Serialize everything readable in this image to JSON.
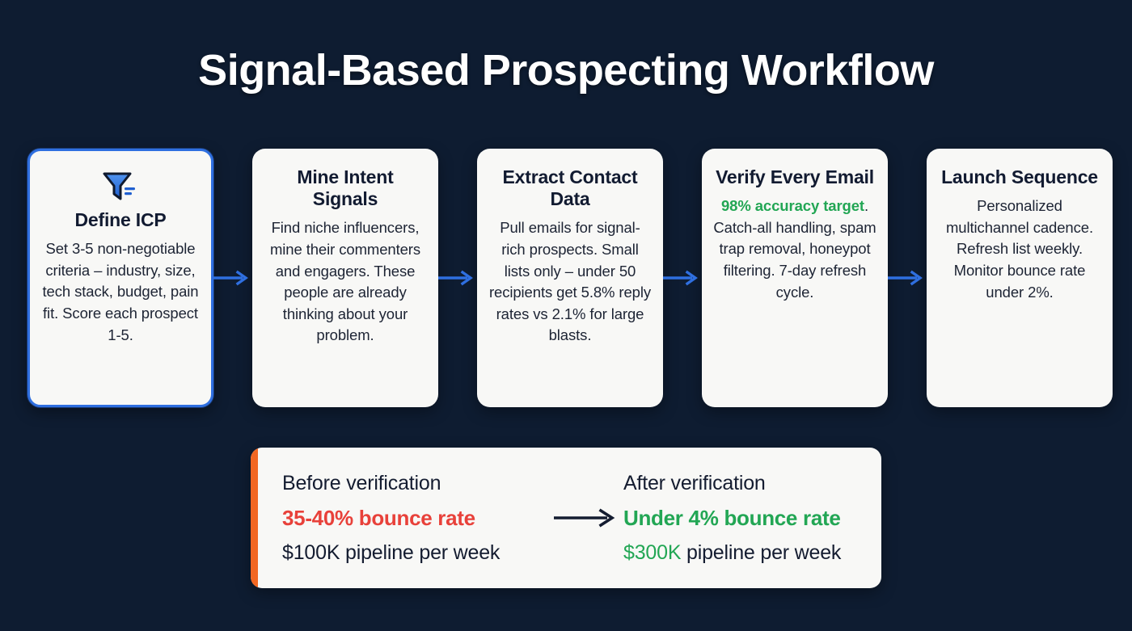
{
  "page": {
    "title": "Signal-Based Prospecting Workflow",
    "background_color": "#0e1c31"
  },
  "colors": {
    "accent_blue": "#2f6fe0",
    "accent_orange": "#f26722",
    "success_green": "#22a654",
    "danger_red": "#e8413a",
    "card_bg": "#f8f8f6",
    "text_dark": "#141c30"
  },
  "steps": [
    {
      "id": "define-icp",
      "icon": "funnel-filter-icon",
      "has_icon": true,
      "highlighted": true,
      "title": "Define ICP",
      "body_plain": "Set 3-5 non-negotiable criteria – industry, size, tech stack, budget, pain fit. Score each prospect 1-5.",
      "body_parts": [
        {
          "text": "Set 3-5 non-negotiable criteria – industry, size, tech stack, budget, pain fit. Score each prospect 1-5.",
          "style": "normal"
        }
      ]
    },
    {
      "id": "mine-intent-signals",
      "icon": null,
      "has_icon": false,
      "highlighted": false,
      "title": "Mine Intent Signals",
      "body_plain": "Find niche influencers, mine their commenters and engagers. These people are already thinking about your problem.",
      "body_parts": [
        {
          "text": "Find niche influencers, mine their commenters and engagers. These people are already thinking about your problem.",
          "style": "normal"
        }
      ]
    },
    {
      "id": "extract-contact-data",
      "icon": null,
      "has_icon": false,
      "highlighted": false,
      "title": "Extract Contact Data",
      "body_plain": "Pull emails for signal-rich prospects. Small lists only – under 50 recipients get 5.8% reply rates vs 2.1% for large blasts.",
      "body_parts": [
        {
          "text": "Pull emails for signal-rich prospects. Small lists only – under 50 recipients get 5.8% reply rates vs 2.1% for large blasts.",
          "style": "normal"
        }
      ]
    },
    {
      "id": "verify-every-email",
      "icon": null,
      "has_icon": false,
      "highlighted": false,
      "title": "Verify Every Email",
      "body_plain": "98% accuracy target. Catch-all handling, spam trap removal, honeypot filtering. 7-day refresh cycle.",
      "body_parts": [
        {
          "text": "98% accuracy target",
          "style": "green-bold"
        },
        {
          "text": ". Catch-all handling, spam trap removal, honeypot filtering. 7-day refresh cycle.",
          "style": "normal"
        }
      ]
    },
    {
      "id": "launch-sequence",
      "icon": null,
      "has_icon": false,
      "highlighted": false,
      "title": "Launch Sequence",
      "body_plain": "Personalized multichannel cadence. Refresh list weekly. Monitor bounce rate under 2%.",
      "body_parts": [
        {
          "text": "Personalized multichannel cadence. Refresh list weekly. Monitor bounce rate under 2%.",
          "style": "normal"
        }
      ]
    }
  ],
  "comparison": {
    "accent_color": "#f26722",
    "before": {
      "label": "Before verification",
      "metric": "35-40% bounce rate",
      "metric_color": "#e8413a",
      "note_money": "$100K",
      "note_rest": " pipeline per week",
      "note_full": "$100K pipeline per week"
    },
    "after": {
      "label": "After verification",
      "metric": "Under 4% bounce rate",
      "metric_color": "#22a654",
      "note_money": "$300K",
      "note_rest": " pipeline per week",
      "note_full": "$300K pipeline per week"
    },
    "transition_icon": "right-arrow-icon"
  }
}
